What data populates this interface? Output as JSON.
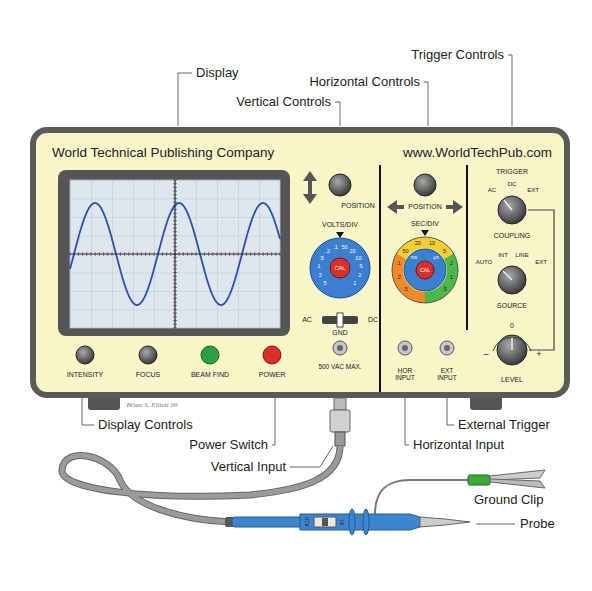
{
  "diagram": {
    "labels": [
      "Trigger Controls",
      "Display",
      "Horizontal Controls",
      "Vertical Controls",
      "World Technical Publishing Company",
      "www.WorldTechPub.com",
      "POSITION",
      "VOLTS/DIV",
      "5",
      "2",
      "1",
      ".5",
      ".2",
      ".1",
      "50",
      "20",
      "10",
      "5",
      "2",
      "1",
      "CAL",
      "AC",
      "DC",
      "GND",
      "500 VAC MAX.",
      "POSITION",
      "SEC/DIV",
      ".5",
      ".2",
      ".1",
      "50",
      "20",
      "10",
      "5",
      "2",
      "1",
      ".5",
      "ms",
      "μs",
      "CAL",
      "TRIGGER",
      "AC",
      "DC",
      "EXT",
      "COUPLING",
      "AUTO",
      "INT",
      "LINE",
      "EXT",
      "SOURCE",
      "0",
      "–",
      "+",
      "LEVEL",
      "INTENSITY",
      "FOCUS",
      "BEAM FIND",
      "POWER",
      "HOR INPUT",
      "EXT INPUT",
      "Brian S. Elliott 09",
      "Display Controls",
      "Power Switch",
      "External Trigger",
      "Horizontal Input",
      "Vertical Input",
      "Ground Clip",
      "Probe",
      "X10",
      "X1"
    ]
  }
}
